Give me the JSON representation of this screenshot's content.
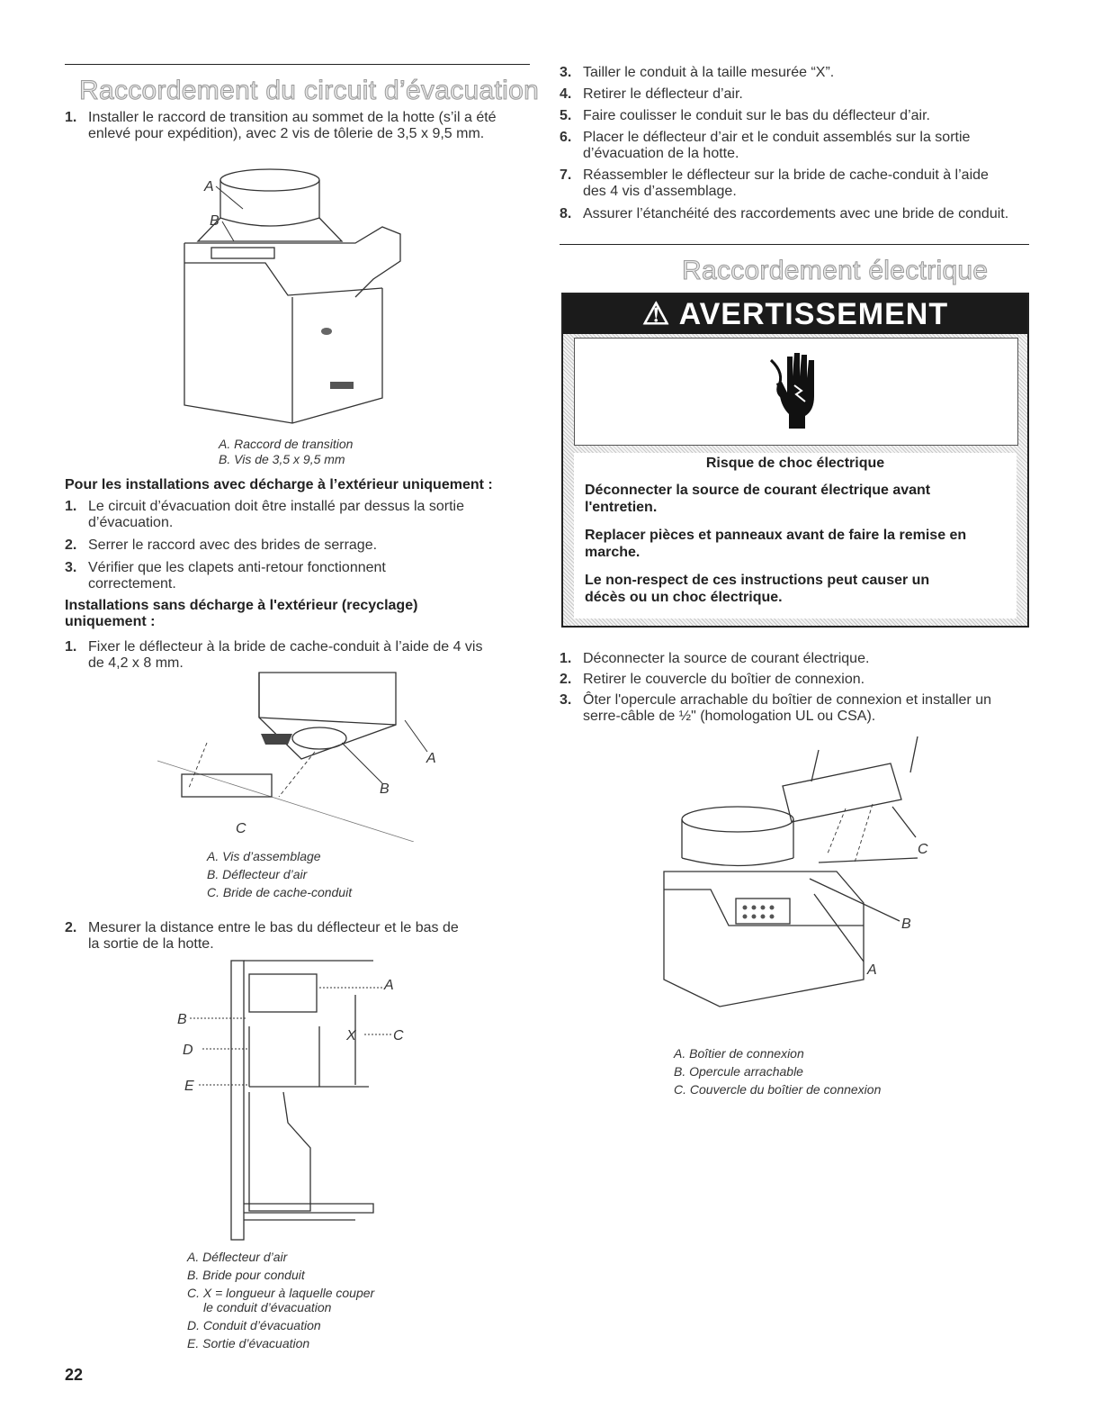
{
  "page_number": "22",
  "left": {
    "section_title": "Raccordement du circuit d’évacuation",
    "step1": {
      "n": "1.",
      "text": "Installer le raccord de transition au sommet de la hotte (s’il a été enlevé pour expédition), avec 2 vis de tôlerie de 3,5 x 9,5 mm."
    },
    "fig1_labels": {
      "a": "A",
      "b": "B"
    },
    "fig1_captions": [
      "A. Raccord de transition",
      "B. Vis de 3,5 x 9,5 mm"
    ],
    "exterior_heading": "Pour les installations avec décharge à l’extérieur uniquement :",
    "exterior_steps": [
      {
        "n": "1.",
        "text": "Le circuit d’évacuation doit être installé par dessus la sortie d’évacuation."
      },
      {
        "n": "2.",
        "text": "Serrer le raccord avec des brides de serrage."
      },
      {
        "n": "3.",
        "text": "Vérifier que les clapets anti-retour fonctionnent correctement."
      }
    ],
    "recycle_heading": "Installations sans décharge à l'extérieur (recyclage) uniquement :",
    "recycle_step1": {
      "n": "1.",
      "text": "Fixer le déflecteur à la bride de cache-conduit à l’aide de 4 vis de 4,2 x 8 mm."
    },
    "fig2_labels": {
      "a": "A",
      "b": "B",
      "c": "C"
    },
    "fig2_captions": [
      "A. Vis d’assemblage",
      "B. Déflecteur d’air",
      "C. Bride de cache-conduit"
    ],
    "recycle_step2": {
      "n": "2.",
      "text": "Mesurer la distance entre le bas du déflecteur et le bas de la sortie de la hotte."
    },
    "fig3_labels": {
      "a": "A",
      "b": "B",
      "c": "C",
      "d": "D",
      "e": "E",
      "x": "X"
    },
    "fig3_captions": [
      "A. Déflecteur d’air",
      "B. Bride pour conduit",
      "C. X = longueur à laquelle couper",
      "le conduit d’évacuation",
      "D. Conduit d’évacuation",
      "E. Sortie d’évacuation"
    ]
  },
  "right": {
    "steps": [
      {
        "n": "3.",
        "text": "Tailler le conduit à la taille mesurée “X”."
      },
      {
        "n": "4.",
        "text": "Retirer le déflecteur d’air."
      },
      {
        "n": "5.",
        "text": "Faire coulisser le conduit sur le bas du déflecteur d’air."
      },
      {
        "n": "6.",
        "text": "Placer le déflecteur d’air et le conduit assemblés sur la sortie d’évacuation de la hotte."
      },
      {
        "n": "7.",
        "text": "Réassembler le déflecteur sur la bride de cache-conduit à l’aide des 4 vis d’assemblage."
      },
      {
        "n": "8.",
        "text": "Assurer l’étanchéité des raccordements avec une bride de conduit."
      }
    ],
    "section_title": "Raccordement électrique",
    "warning": {
      "header": "AVERTISSEMENT",
      "risk": "Risque de choc électrique",
      "line1": "Déconnecter la source de courant électrique avant l'entretien.",
      "line2": "Replacer pièces et panneaux avant de faire la remise en marche.",
      "line3": "Le non-respect de ces instructions peut causer un décès ou un choc électrique."
    },
    "elec_steps": [
      {
        "n": "1.",
        "text": "Déconnecter la source de courant électrique."
      },
      {
        "n": "2.",
        "text": "Retirer le couvercle du boîtier de connexion."
      },
      {
        "n": "3.",
        "text": "Ôter l'opercule arrachable du boîtier de connexion et installer un serre-câble de ½\" (homologation UL ou CSA)."
      }
    ],
    "fig4_labels": {
      "a": "A",
      "b": "B",
      "c": "C"
    },
    "fig4_captions": [
      "A. Boîtier de connexion",
      "B. Opercule arrachable",
      "C. Couvercle du boîtier de connexion"
    ]
  }
}
